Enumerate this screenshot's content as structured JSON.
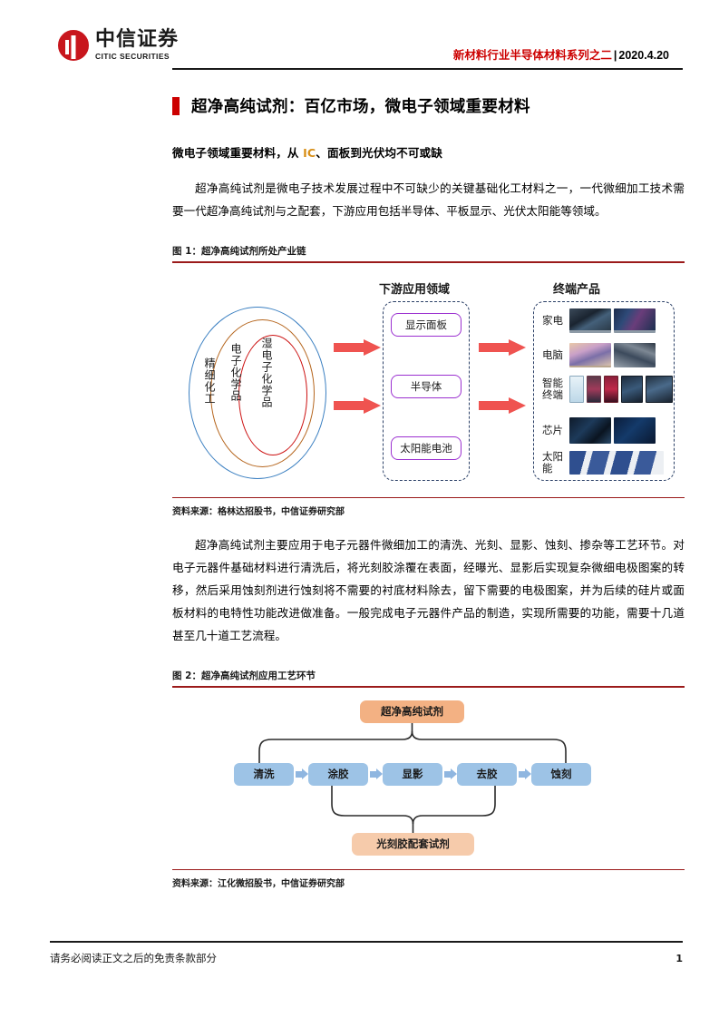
{
  "header": {
    "logo_cn": "中信证券",
    "logo_en": "CITIC SECURITIES",
    "report_series": "新材料行业半导体材料系列之二",
    "separator": "|",
    "date": "2020.4.20"
  },
  "section": {
    "title": "超净高纯试剂：百亿市场，微电子领域重要材料",
    "subtitle_pre": "微电子领域重要材料，从 ",
    "subtitle_ic": "IC",
    "subtitle_post": "、面板到光伏均不可或缺",
    "paragraph_1": "超净高纯试剂是微电子技术发展过程中不可缺少的关键基础化工材料之一，一代微细加工技术需要一代超净高纯试剂与之配套，下游应用包括半导体、平板显示、光伏太阳能等领域。",
    "paragraph_2": "超净高纯试剂主要应用于电子元器件微细加工的清洗、光刻、显影、蚀刻、掺杂等工艺环节。对电子元器件基础材料进行清洗后，将光刻胶涂覆在表面，经曝光、显影后实现复杂微细电极图案的转移，然后采用蚀刻剂进行蚀刻将不需要的衬底材料除去，留下需要的电极图案，并为后续的硅片或面板材料的电特性功能改进做准备。一般完成电子元器件产品的制造，实现所需要的功能，需要十几道甚至几十道工艺流程。"
  },
  "figure1": {
    "caption": "图 1：超净高纯试剂所处产业链",
    "source": "资料来源：格林达招股书，中信证券研究部",
    "heading_midstream": "下游应用领域",
    "heading_downstream": "终端产品",
    "ellipses": [
      {
        "label": "精细化工",
        "color": "#3a7fc1"
      },
      {
        "label": "电子化学品",
        "color": "#b5651d"
      },
      {
        "label": "湿电子化学品",
        "color": "#cc1111"
      }
    ],
    "application_boxes": [
      "显示面板",
      "半导体",
      "太阳能电池"
    ],
    "end_products": [
      "家电",
      "电脑",
      "智能终端",
      "芯片",
      "太阳能"
    ]
  },
  "figure2": {
    "caption": "图 2：超净高纯试剂应用工艺环节",
    "source": "资料来源：江化微招股书，中信证券研究部",
    "top_box": "超净高纯试剂",
    "bottom_box": "光刻胶配套试剂",
    "process_steps": [
      "清洗",
      "涂胶",
      "显影",
      "去胶",
      "蚀刻"
    ]
  },
  "footer": {
    "disclaimer": "请务必阅读正文之后的免责条款部分",
    "page_number": "1"
  },
  "colors": {
    "brand_red": "#cc0000",
    "logo_red": "#c8161d",
    "rule_red": "#9b1a1a",
    "arrow_red": "#ef5350",
    "box_purple": "#9b30d0",
    "dash_navy": "#2a3f66",
    "orange_dark": "#f3b183",
    "orange_light": "#f6cbab",
    "blue_box": "#9dc3e6"
  }
}
